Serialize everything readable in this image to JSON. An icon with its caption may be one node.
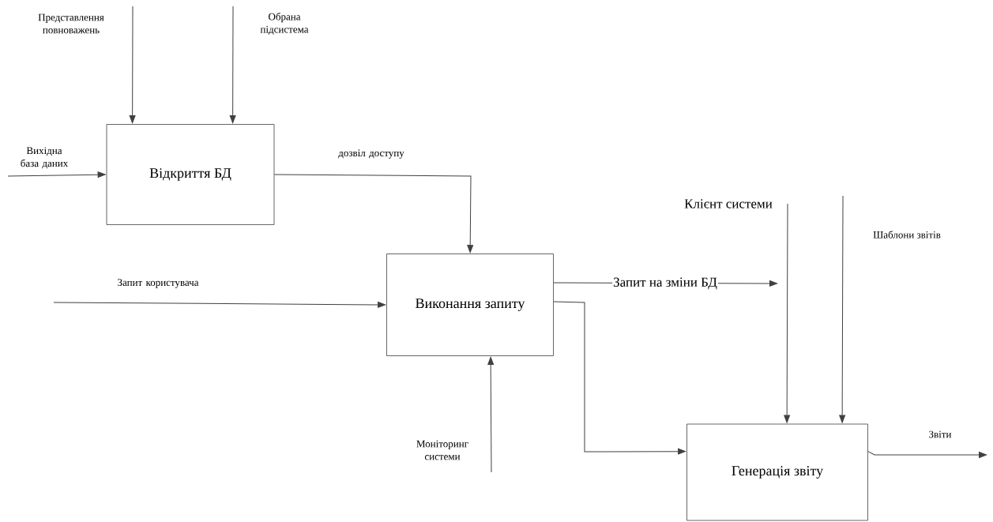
{
  "diagram": {
    "nodes": [
      {
        "text": [
          "Відкриття БД"
        ]
      },
      {
        "text": [
          "Виконання запиту"
        ]
      },
      {
        "text": [
          "Генерація звіту"
        ]
      }
    ],
    "edges": [
      {
        "from": null,
        "to": 0,
        "arrow": "to",
        "label": "Представлення повноважень"
      },
      {
        "from": null,
        "to": 0,
        "arrow": "to",
        "label": "Обрана підсистема"
      },
      {
        "from": null,
        "to": 0,
        "arrow": "to",
        "label": "Вихідна база даних"
      },
      {
        "from": 0,
        "to": 1,
        "arrow": "to",
        "label": "дозвіл доступу"
      },
      {
        "from": null,
        "to": 1,
        "arrow": "to",
        "label": "Запит користувача"
      },
      {
        "from": null,
        "to": 1,
        "arrow": "to",
        "label": "Моніторинг системи"
      },
      {
        "from": 1,
        "to": null,
        "arrow": "to",
        "label": "Запит на зміни БД"
      },
      {
        "from": 1,
        "to": 2,
        "arrow": "to"
      },
      {
        "from": null,
        "to": 2,
        "arrow": "to",
        "label": "Клієнт системи"
      },
      {
        "from": null,
        "to": 2,
        "arrow": "to",
        "label": "Шаблони звітів"
      },
      {
        "from": 2,
        "to": null,
        "arrow": "to",
        "label": "Звіти"
      }
    ]
  }
}
